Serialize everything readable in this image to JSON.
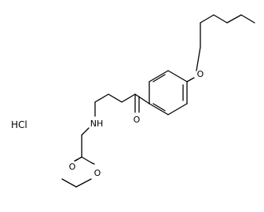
{
  "molecule": {
    "atoms": {
      "O_ether": "O",
      "O_ketone": "O",
      "N_amine": "NH",
      "O_ester_carbonyl": "O",
      "O_ester_single": "O"
    },
    "salt_label": "HCl"
  }
}
